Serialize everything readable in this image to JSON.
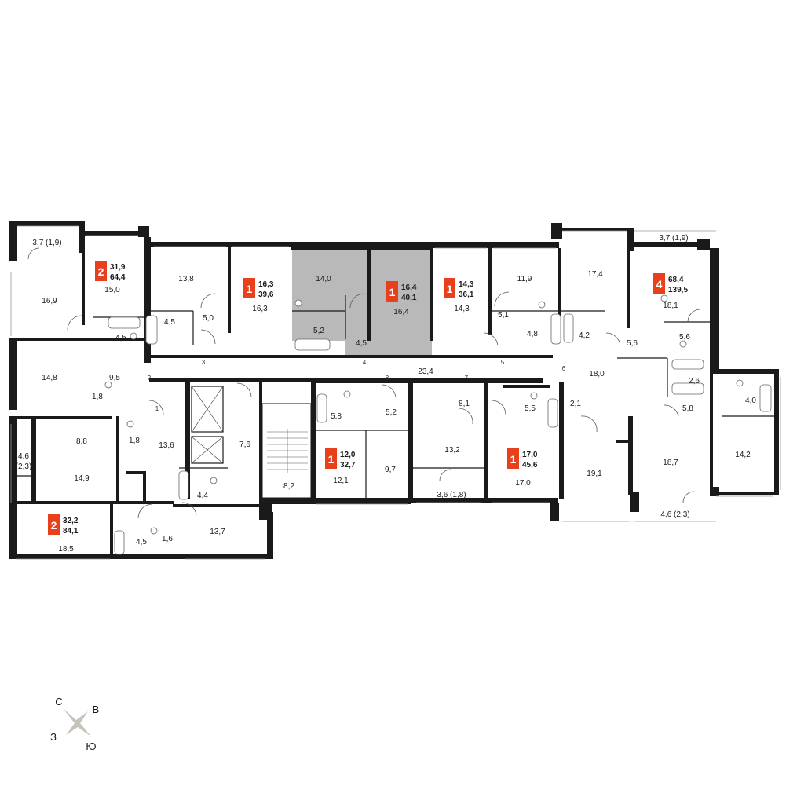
{
  "rooms": [
    {
      "id": "r1",
      "label": "3,7 (1,9)"
    },
    {
      "id": "r2",
      "label": "16,9"
    },
    {
      "id": "r3",
      "label": "15,0"
    },
    {
      "id": "r4",
      "label": "4,5"
    },
    {
      "id": "r5",
      "label": "14,8"
    },
    {
      "id": "r6",
      "label": "9,5"
    },
    {
      "id": "r7",
      "label": "1,8"
    },
    {
      "id": "r8",
      "label": "1,8"
    },
    {
      "id": "r9",
      "label": "8,8"
    },
    {
      "id": "r10",
      "label": "4,6"
    },
    {
      "id": "r11",
      "label": "(2,3)"
    },
    {
      "id": "r12",
      "label": "14,9"
    },
    {
      "id": "r13",
      "label": "13,6"
    },
    {
      "id": "r14",
      "label": "4,4"
    },
    {
      "id": "r15",
      "label": "18,5"
    },
    {
      "id": "r16",
      "label": "4,5"
    },
    {
      "id": "r17",
      "label": "1,6"
    },
    {
      "id": "r18",
      "label": "13,7"
    },
    {
      "id": "r19",
      "label": "13,8"
    },
    {
      "id": "r20",
      "label": "4,5"
    },
    {
      "id": "r21",
      "label": "5,0"
    },
    {
      "id": "r22",
      "label": "16,3"
    },
    {
      "id": "r23",
      "label": "14,0"
    },
    {
      "id": "r24",
      "label": "5,2"
    },
    {
      "id": "r25",
      "label": "4,5"
    },
    {
      "id": "r26",
      "label": "16,4"
    },
    {
      "id": "r27",
      "label": "14,3"
    },
    {
      "id": "r28",
      "label": "11,9"
    },
    {
      "id": "r29",
      "label": "5,1"
    },
    {
      "id": "r30",
      "label": "4,8"
    },
    {
      "id": "r31",
      "label": "17,4"
    },
    {
      "id": "r32",
      "label": "4,2"
    },
    {
      "id": "r33",
      "label": "5,6"
    },
    {
      "id": "r34",
      "label": "3,7 (1,9)"
    },
    {
      "id": "r35",
      "label": "18,1"
    },
    {
      "id": "r36",
      "label": "5,6"
    },
    {
      "id": "r37",
      "label": "23,4"
    },
    {
      "id": "r38",
      "label": "18,0"
    },
    {
      "id": "r39",
      "label": "2,6"
    },
    {
      "id": "r40",
      "label": "4,0"
    },
    {
      "id": "r41",
      "label": "5,8"
    },
    {
      "id": "r42",
      "label": "14,2"
    },
    {
      "id": "r43",
      "label": "7,6"
    },
    {
      "id": "r44",
      "label": "8,2"
    },
    {
      "id": "r45",
      "label": "5,8"
    },
    {
      "id": "r46",
      "label": "5,2"
    },
    {
      "id": "r47",
      "label": "12,1"
    },
    {
      "id": "r48",
      "label": "9,7"
    },
    {
      "id": "r49",
      "label": "8,1"
    },
    {
      "id": "r50",
      "label": "13,2"
    },
    {
      "id": "r51",
      "label": "3,6 (1,8)"
    },
    {
      "id": "r52",
      "label": "5,5"
    },
    {
      "id": "r53",
      "label": "17,0"
    },
    {
      "id": "r54",
      "label": "2,1"
    },
    {
      "id": "r55",
      "label": "19,1"
    },
    {
      "id": "r56",
      "label": "18,7"
    },
    {
      "id": "r57",
      "label": "4,6 (2,3)"
    }
  ],
  "doors": [
    "1",
    "2",
    "3",
    "4",
    "5",
    "6",
    "7",
    "8"
  ],
  "apartments": [
    {
      "rooms": "2",
      "living": "31,9",
      "total": "64,4"
    },
    {
      "rooms": "1",
      "living": "16,3",
      "total": "39,6"
    },
    {
      "rooms": "1",
      "living": "16,4",
      "total": "40,1"
    },
    {
      "rooms": "1",
      "living": "14,3",
      "total": "36,1"
    },
    {
      "rooms": "4",
      "living": "68,4",
      "total": "139,5"
    },
    {
      "rooms": "1",
      "living": "12,0",
      "total": "32,7"
    },
    {
      "rooms": "1",
      "living": "17,0",
      "total": "45,6"
    },
    {
      "rooms": "2",
      "living": "32,2",
      "total": "84,1"
    }
  ],
  "compass": {
    "north": "С",
    "east": "В",
    "west": "З",
    "south": "Ю"
  },
  "colors": {
    "accent": "#e8401c",
    "wall": "#1a1a1a",
    "highlight": "#b9b9b9"
  }
}
